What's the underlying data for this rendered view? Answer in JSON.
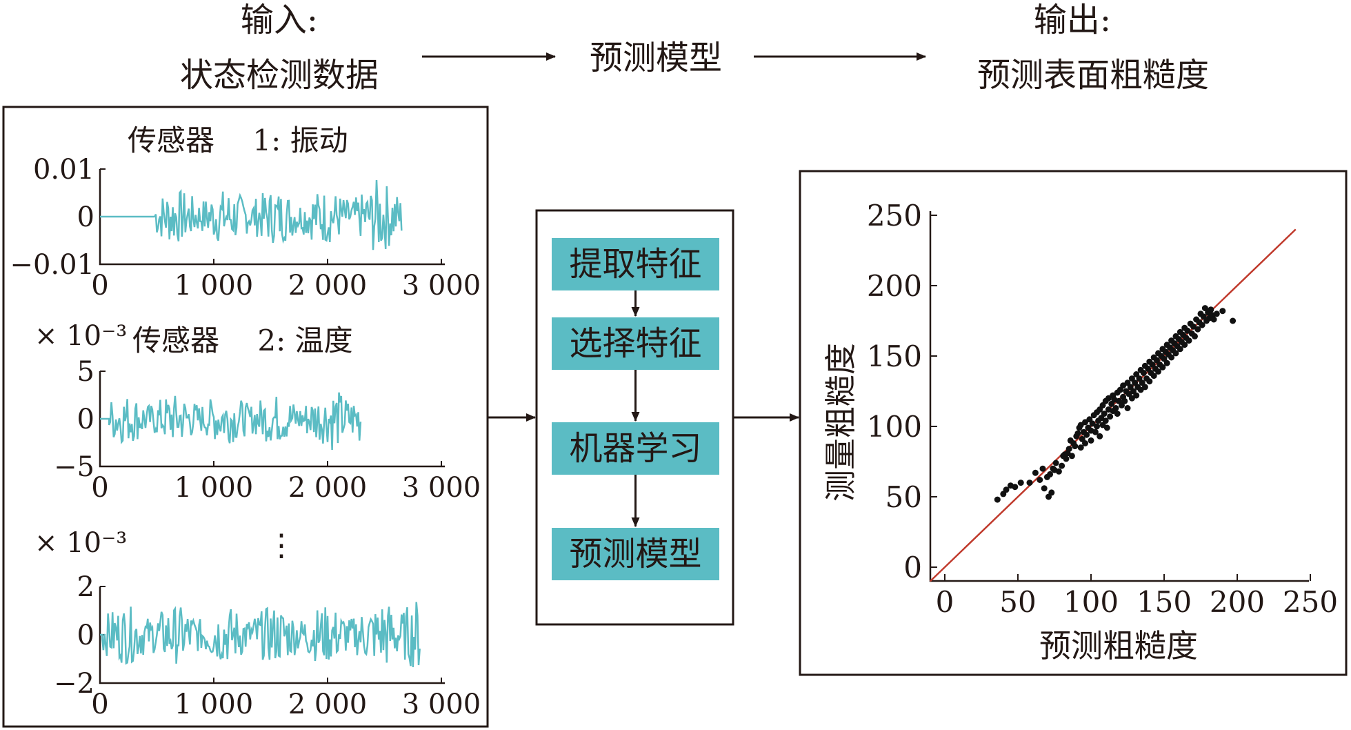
{
  "header": {
    "input_label": "输入:",
    "input_desc": "状态检测数据",
    "model_label": "预测模型",
    "output_label": "输出:",
    "output_desc": "预测表面粗糙度"
  },
  "sensors": {
    "s1": {
      "title": "传感器　 1: 振动",
      "y_ticks": [
        "0.01",
        "0",
        "−0.01"
      ],
      "x_ticks": [
        "0",
        "1 000",
        "2 000",
        "3 000"
      ]
    },
    "s2": {
      "multiplier": "× 10⁻³",
      "title": "传感器　 2: 温度",
      "y_ticks": [
        "5",
        "0",
        "−5"
      ],
      "x_ticks": [
        "0",
        "1 000",
        "2 000",
        "3 000"
      ]
    },
    "s3": {
      "multiplier": "× 10⁻³",
      "y_ticks": [
        "2",
        "0",
        "−2"
      ],
      "x_ticks": [
        "0",
        "1 000",
        "2 000",
        "3 000"
      ]
    },
    "ellipsis": "⋮",
    "signal_color": "#5bbcc4"
  },
  "pipeline": {
    "steps": [
      "提取特征",
      "选择特征",
      "机器学习",
      "预测模型"
    ],
    "step_color": "#5bbcc4"
  },
  "chart_data": {
    "type": "scatter",
    "xlabel": "预测粗糙度",
    "ylabel": "测量粗糙度",
    "xlim": [
      -10,
      250
    ],
    "ylim": [
      -10,
      250
    ],
    "x_ticks": [
      "0",
      "50",
      "100",
      "150",
      "200",
      "250"
    ],
    "y_ticks": [
      "0",
      "50",
      "100",
      "150",
      "200",
      "250"
    ],
    "reference_line": {
      "from": [
        -10,
        -10
      ],
      "to": [
        240,
        240
      ],
      "color": "#c0392b"
    },
    "point_color": "#111111",
    "points": [
      [
        36,
        48
      ],
      [
        40,
        52
      ],
      [
        42,
        55
      ],
      [
        45,
        58
      ],
      [
        48,
        57
      ],
      [
        52,
        60
      ],
      [
        58,
        60
      ],
      [
        62,
        67
      ],
      [
        65,
        62
      ],
      [
        67,
        70
      ],
      [
        68,
        56
      ],
      [
        70,
        64
      ],
      [
        71,
        50
      ],
      [
        72,
        66
      ],
      [
        73,
        53
      ],
      [
        74,
        70
      ],
      [
        75,
        69
      ],
      [
        76,
        74
      ],
      [
        78,
        68
      ],
      [
        80,
        72
      ],
      [
        81,
        79
      ],
      [
        82,
        80
      ],
      [
        83,
        77
      ],
      [
        84,
        81
      ],
      [
        85,
        84
      ],
      [
        86,
        90
      ],
      [
        87,
        79
      ],
      [
        88,
        88
      ],
      [
        89,
        86
      ],
      [
        90,
        93
      ],
      [
        91,
        95
      ],
      [
        92,
        99
      ],
      [
        93,
        85
      ],
      [
        93,
        101
      ],
      [
        94,
        91
      ],
      [
        95,
        96
      ],
      [
        96,
        88
      ],
      [
        96,
        103
      ],
      [
        97,
        94
      ],
      [
        98,
        99
      ],
      [
        99,
        105
      ],
      [
        100,
        90
      ],
      [
        100,
        97
      ],
      [
        101,
        102
      ],
      [
        102,
        108
      ],
      [
        103,
        96
      ],
      [
        104,
        100
      ],
      [
        104,
        110
      ],
      [
        105,
        104
      ],
      [
        106,
        93
      ],
      [
        106,
        112
      ],
      [
        107,
        106
      ],
      [
        108,
        101
      ],
      [
        108,
        115
      ],
      [
        109,
        109
      ],
      [
        110,
        104
      ],
      [
        110,
        118
      ],
      [
        111,
        99
      ],
      [
        112,
        112
      ],
      [
        112,
        120
      ],
      [
        113,
        107
      ],
      [
        114,
        116
      ],
      [
        115,
        111
      ],
      [
        115,
        122
      ],
      [
        116,
        119
      ],
      [
        117,
        113
      ],
      [
        118,
        124
      ],
      [
        118,
        109
      ],
      [
        119,
        118
      ],
      [
        120,
        126
      ],
      [
        121,
        115
      ],
      [
        122,
        121
      ],
      [
        122,
        129
      ],
      [
        123,
        118
      ],
      [
        124,
        125
      ],
      [
        125,
        113
      ],
      [
        125,
        131
      ],
      [
        126,
        123
      ],
      [
        127,
        128
      ],
      [
        128,
        120
      ],
      [
        128,
        134
      ],
      [
        129,
        125
      ],
      [
        130,
        131
      ],
      [
        131,
        122
      ],
      [
        131,
        137
      ],
      [
        132,
        128
      ],
      [
        133,
        134
      ],
      [
        134,
        126
      ],
      [
        134,
        140
      ],
      [
        135,
        131
      ],
      [
        136,
        138
      ],
      [
        137,
        128
      ],
      [
        137,
        143
      ],
      [
        138,
        134
      ],
      [
        139,
        141
      ],
      [
        140,
        132
      ],
      [
        140,
        146
      ],
      [
        141,
        138
      ],
      [
        142,
        144
      ],
      [
        143,
        136
      ],
      [
        143,
        149
      ],
      [
        144,
        141
      ],
      [
        145,
        147
      ],
      [
        146,
        139
      ],
      [
        146,
        152
      ],
      [
        147,
        144
      ],
      [
        148,
        150
      ],
      [
        149,
        142
      ],
      [
        149,
        155
      ],
      [
        150,
        148
      ],
      [
        151,
        153
      ],
      [
        152,
        145
      ],
      [
        152,
        158
      ],
      [
        153,
        151
      ],
      [
        154,
        156
      ],
      [
        155,
        149
      ],
      [
        155,
        161
      ],
      [
        156,
        154
      ],
      [
        157,
        159
      ],
      [
        158,
        152
      ],
      [
        158,
        164
      ],
      [
        159,
        157
      ],
      [
        160,
        162
      ],
      [
        161,
        155
      ],
      [
        161,
        167
      ],
      [
        162,
        160
      ],
      [
        163,
        165
      ],
      [
        164,
        158
      ],
      [
        164,
        170
      ],
      [
        165,
        163
      ],
      [
        166,
        168
      ],
      [
        167,
        161
      ],
      [
        168,
        173
      ],
      [
        169,
        166
      ],
      [
        170,
        171
      ],
      [
        171,
        164
      ],
      [
        172,
        176
      ],
      [
        173,
        169
      ],
      [
        174,
        174
      ],
      [
        175,
        180
      ],
      [
        176,
        172
      ],
      [
        177,
        178
      ],
      [
        178,
        184
      ],
      [
        179,
        175
      ],
      [
        180,
        181
      ],
      [
        181,
        177
      ],
      [
        182,
        183
      ],
      [
        183,
        179
      ],
      [
        184,
        176
      ],
      [
        186,
        180
      ],
      [
        190,
        182
      ],
      [
        197,
        175
      ]
    ]
  }
}
